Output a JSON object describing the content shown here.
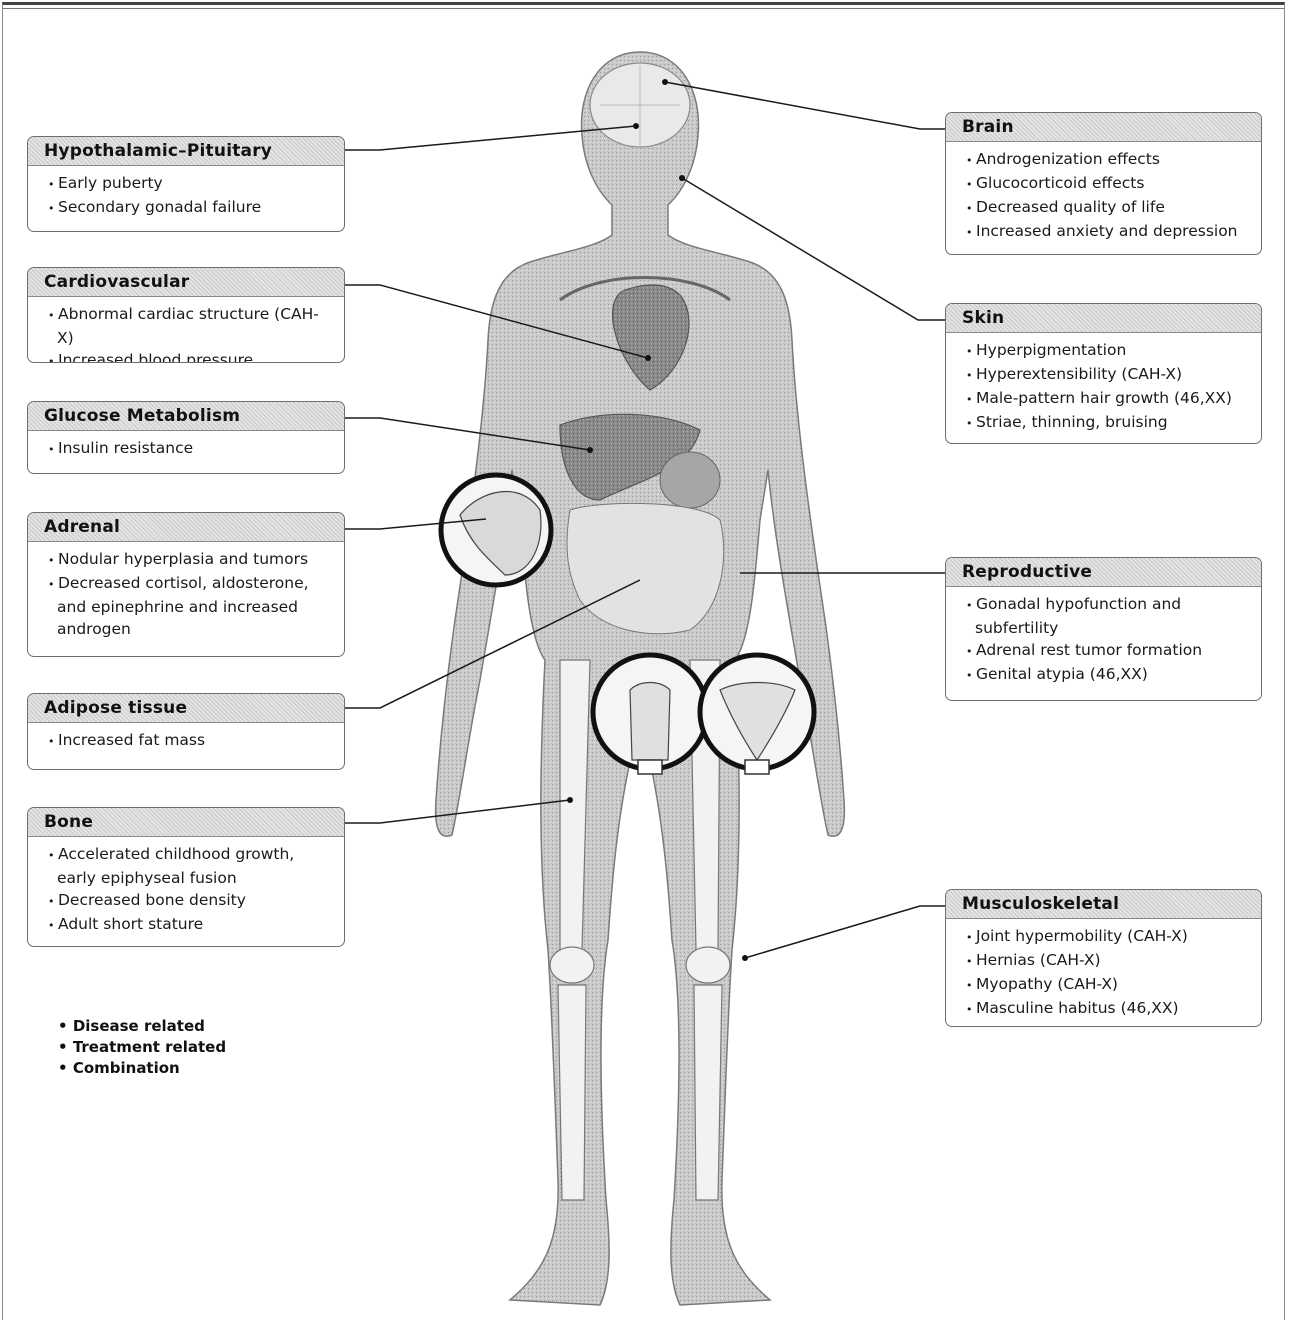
{
  "panels": {
    "hypothalamic": {
      "title": "Hypothalamic–Pituitary",
      "items": [
        "Early puberty",
        "Secondary gonadal failure"
      ]
    },
    "cardiovascular": {
      "title": "Cardiovascular",
      "items": [
        "Abnormal cardiac structure (CAH-X)",
        "Increased blood pressure"
      ]
    },
    "glucose": {
      "title": "Glucose Metabolism",
      "items": [
        "Insulin resistance"
      ]
    },
    "adrenal": {
      "title": "Adrenal",
      "items": [
        "Nodular hyperplasia and tumors",
        "Decreased cortisol, aldosterone, and epinephrine and increased androgen"
      ]
    },
    "adipose": {
      "title": "Adipose tissue",
      "items": [
        "Increased fat mass"
      ]
    },
    "bone": {
      "title": "Bone",
      "items": [
        "Accelerated childhood growth, early epiphyseal fusion",
        "Decreased bone density",
        "Adult short stature"
      ]
    },
    "brain": {
      "title": "Brain",
      "items": [
        "Androgenization effects",
        "Glucocorticoid effects",
        "Decreased quality of life",
        "Increased anxiety and depression"
      ]
    },
    "skin": {
      "title": "Skin",
      "items": [
        "Hyperpigmentation",
        "Hyperextensibility (CAH-X)",
        "Male-pattern hair growth (46,XX)",
        "Striae, thinning, bruising"
      ]
    },
    "reproductive": {
      "title": "Reproductive",
      "items": [
        "Gonadal hypofunction and subfertility",
        "Adrenal rest tumor formation",
        "Genital atypia (46,XX)"
      ]
    },
    "musculoskeletal": {
      "title": "Musculoskeletal",
      "items": [
        "Joint hypermobility (CAH-X)",
        "Hernias (CAH-X)",
        "Myopathy (CAH-X)",
        "Masculine habitus (46,XX)"
      ]
    }
  },
  "legend": [
    "Disease related",
    "Treatment related",
    "Combination"
  ],
  "colors": {
    "body_fill": "#c4c4c4",
    "organ_fill": "#8e8e8e",
    "bone_fill": "#eeeeee",
    "line": "#222222"
  }
}
